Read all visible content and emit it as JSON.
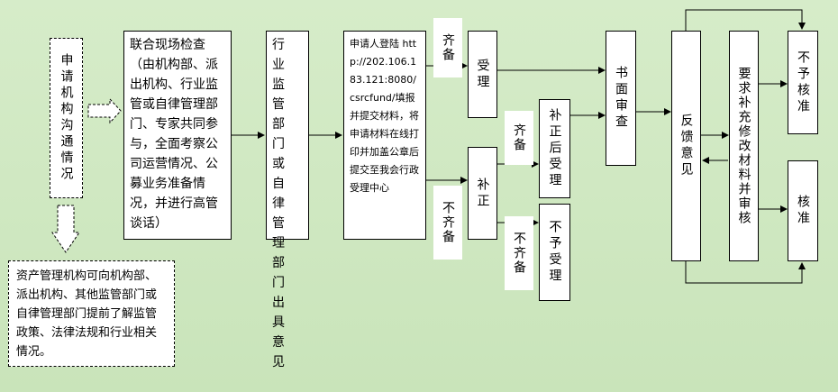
{
  "nodes": {
    "communicate": "申请机构沟通情况",
    "joint_inspection": "联合现场检查（由机构部、派出机构、行业监管或自律管理部门、专家共同参与，全面考察公司运营情况、公募业务准备情况，并进行高管谈话）",
    "industry_opinion": "行业监管部门或自律管理部门出具意见",
    "online_submit": "申请人登陆 http://202.106.183.121:8080/csrcfund/填报并提交材料，将申请材料在线打印并加盖公章后提交至我会行政受理中心",
    "accept": "受理",
    "supplement": "补正",
    "accept_after_fix": "补正后受理",
    "reject_accept": "不予受理",
    "written_review": "书面审查",
    "feedback": "反馈意见",
    "request_more": "要求补充修改材料并审核",
    "not_approve": "不予核准",
    "approve": "核准",
    "note": "资产管理机构可向机构部、派出机构、其他监管部门或自律管理部门提前了解监管政策、法律法规和行业相关情况。"
  },
  "labels": {
    "complete": "齐备",
    "incomplete": "不齐备",
    "complete2": "齐备",
    "incomplete2": "不齐备"
  }
}
